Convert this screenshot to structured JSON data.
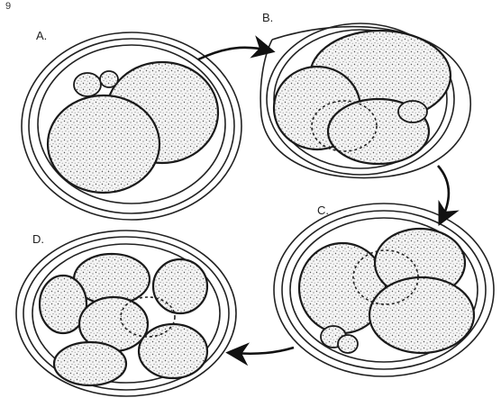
{
  "corner_mark": "9",
  "panels": [
    {
      "key": "A",
      "label": "A."
    },
    {
      "key": "B",
      "label": "B."
    },
    {
      "key": "C",
      "label": "C."
    },
    {
      "key": "D",
      "label": "D."
    }
  ],
  "colors": {
    "ink": "#1a1a1a",
    "stipple_dot": "#555555",
    "background": "#ffffff"
  },
  "icons": [
    "arrow-a-to-b-icon",
    "arrow-b-to-c-icon",
    "arrow-c-to-d-icon"
  ]
}
